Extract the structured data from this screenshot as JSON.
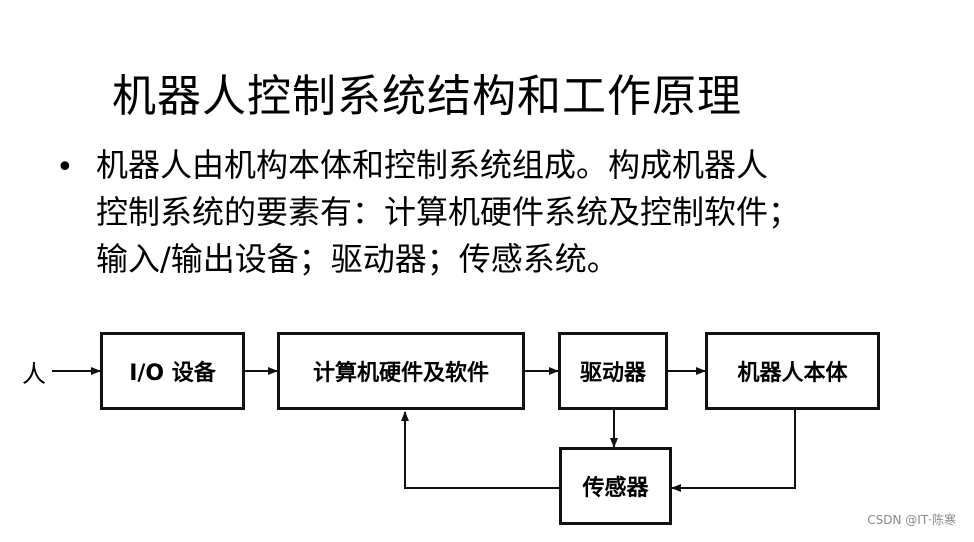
{
  "slide": {
    "title": "机器人控制系统结构和工作原理",
    "bullet_marker": "•",
    "bullet_lines": [
      "机器人由机构本体和控制系统组成。构成机器人",
      "控制系统的要素有：计算机硬件系统及控制软件；",
      "输入/输出设备；驱动器；传感系统。"
    ]
  },
  "diagram": {
    "input_label": "人",
    "boxes": {
      "io": "I/O 设备",
      "computer": "计算机硬件及软件",
      "driver": "驱动器",
      "robot": "机器人本体",
      "sensor": "传感器"
    }
  },
  "watermark": "CSDN @IT·陈寒"
}
